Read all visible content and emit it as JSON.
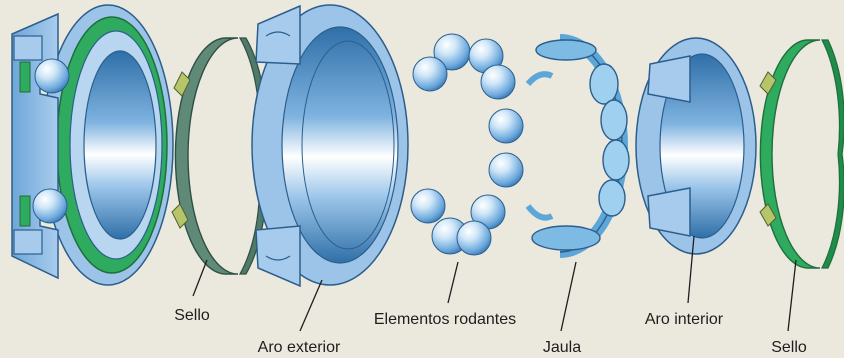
{
  "diagram": {
    "background": "#ebe8de",
    "colors": {
      "steel_blue": "#8fbde4",
      "steel_dark": "#2f6fa8",
      "seal_green": "#2eab5e",
      "seal_gray": "#5f8a78",
      "cage_blue": "#5da7d8"
    },
    "components": [
      {
        "id": "assembled-bearing",
        "icon": "bearing-cutaway-icon"
      },
      {
        "id": "seal-left",
        "icon": "seal-ring-icon"
      },
      {
        "id": "outer-ring",
        "icon": "outer-ring-icon"
      },
      {
        "id": "rolling-elements",
        "icon": "ball-icon"
      },
      {
        "id": "cage",
        "icon": "cage-icon"
      },
      {
        "id": "inner-ring",
        "icon": "inner-ring-icon"
      },
      {
        "id": "seal-right",
        "icon": "seal-ring-icon"
      }
    ],
    "labels": {
      "seal_left": "Sello",
      "outer_ring": "Aro exterior",
      "rolling_elements": "Elementos rodantes",
      "cage": "Jaula",
      "inner_ring": "Aro interior",
      "seal_right": "Sello"
    }
  }
}
